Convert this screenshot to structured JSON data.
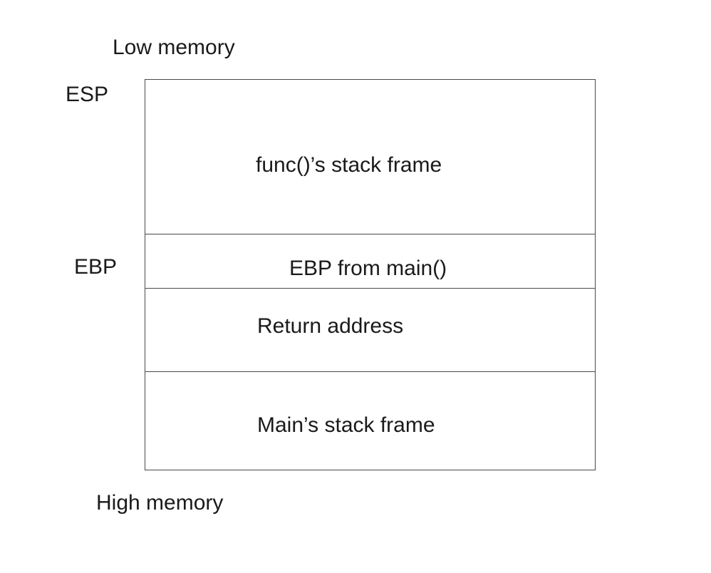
{
  "labels": {
    "low_memory": "Low memory",
    "esp": "ESP",
    "ebp": "EBP",
    "high_memory": "High memory"
  },
  "stack": {
    "frames": [
      {
        "label": "func()’s stack frame"
      },
      {
        "label": "EBP from main()"
      },
      {
        "label": "Return address"
      },
      {
        "label": "Main’s stack frame"
      }
    ]
  },
  "colors": {
    "border": "#4a4a4a",
    "text": "#1a1a1a",
    "background": "#ffffff"
  }
}
